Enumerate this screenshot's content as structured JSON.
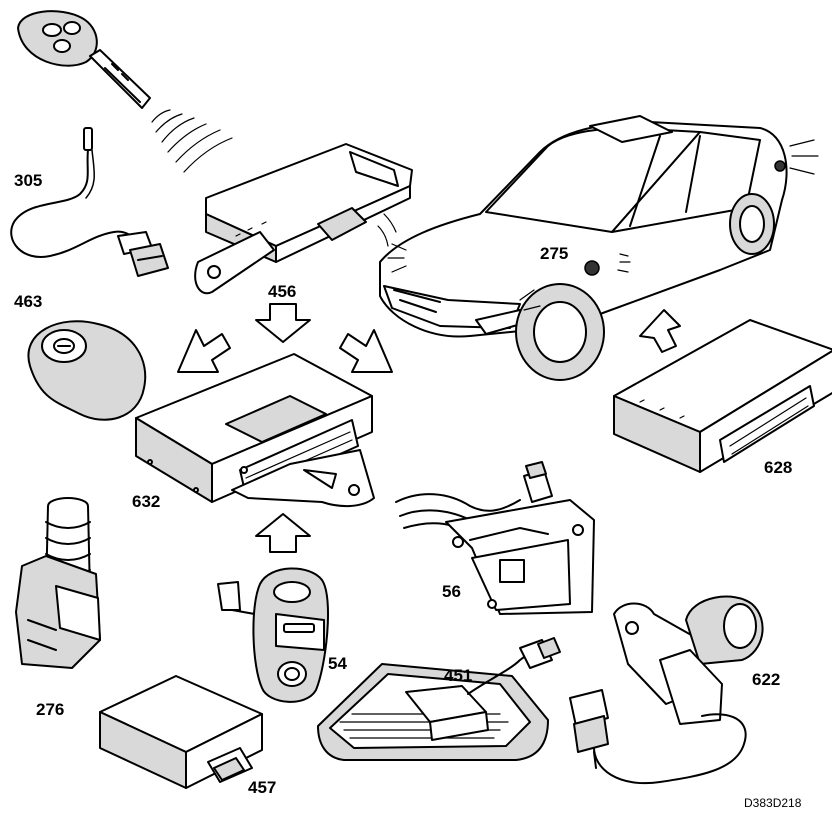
{
  "labels": {
    "p305": "305",
    "p463": "463",
    "p456": "456",
    "p632": "632",
    "p276": "276",
    "p457": "457",
    "p54": "54",
    "p451": "451",
    "p56": "56",
    "p275": "275",
    "p628": "628",
    "p622": "622"
  },
  "reference_code": "D383D218",
  "colors": {
    "line": "#000000",
    "background": "#ffffff",
    "shade": "#d9d9d9"
  }
}
